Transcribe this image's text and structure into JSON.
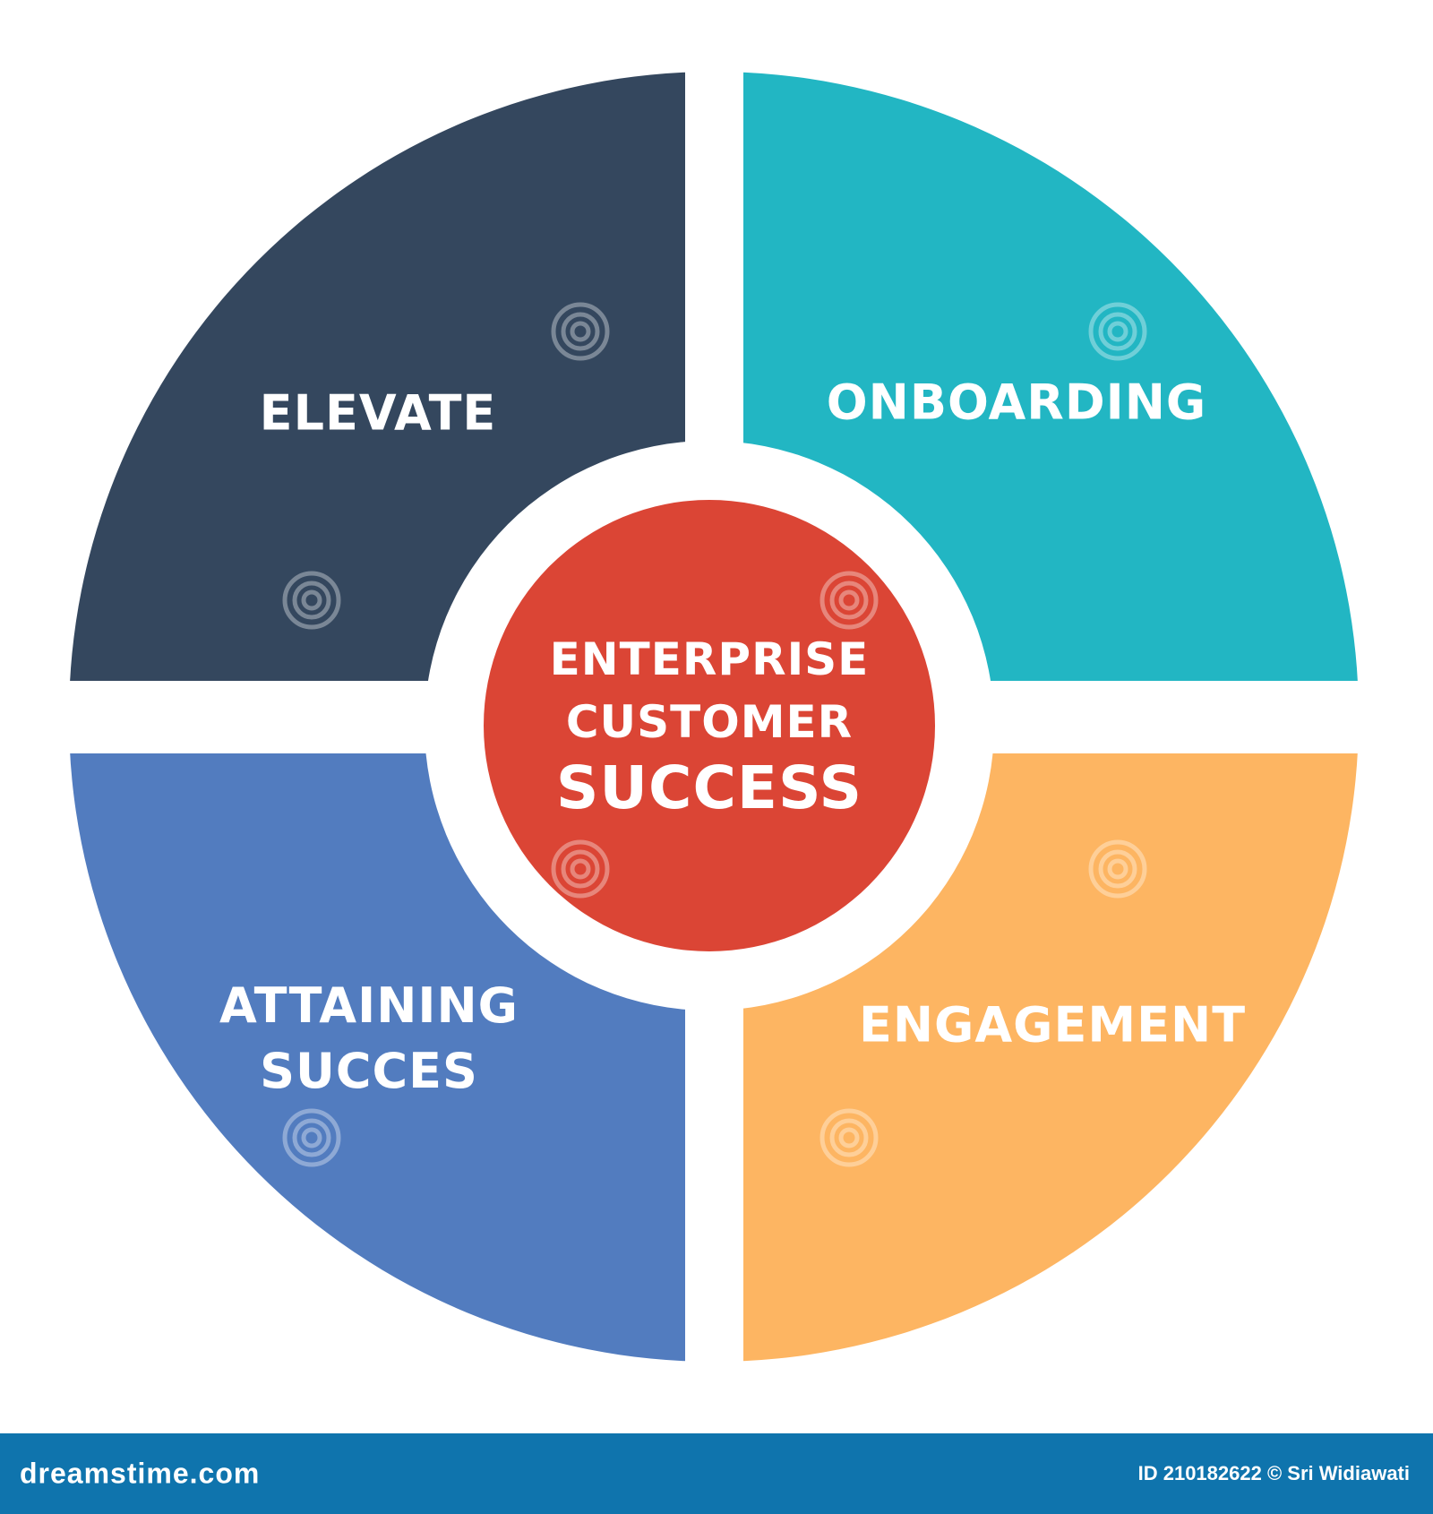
{
  "center": {
    "line1": "ENTERPRISE",
    "line2": "CUSTOMER",
    "line3": "SUCCESS",
    "color": "#db4535"
  },
  "quadrants": [
    {
      "id": "top-left",
      "label": "ELEVATE",
      "color": "#34475e"
    },
    {
      "id": "top-right",
      "label": "ONBOARDING",
      "color": "#22b6c3"
    },
    {
      "id": "bottom-left",
      "label_line1": "ATTAINING",
      "label_line2": "SUCCES",
      "color": "#527cbf"
    },
    {
      "id": "bottom-right",
      "label": "ENGAGEMENT",
      "color": "#fdb562"
    }
  ],
  "footer": {
    "logo": "dreamstime.com",
    "credit": "ID 210182622 © Sri Widiawati",
    "background": "#0f74ad"
  }
}
